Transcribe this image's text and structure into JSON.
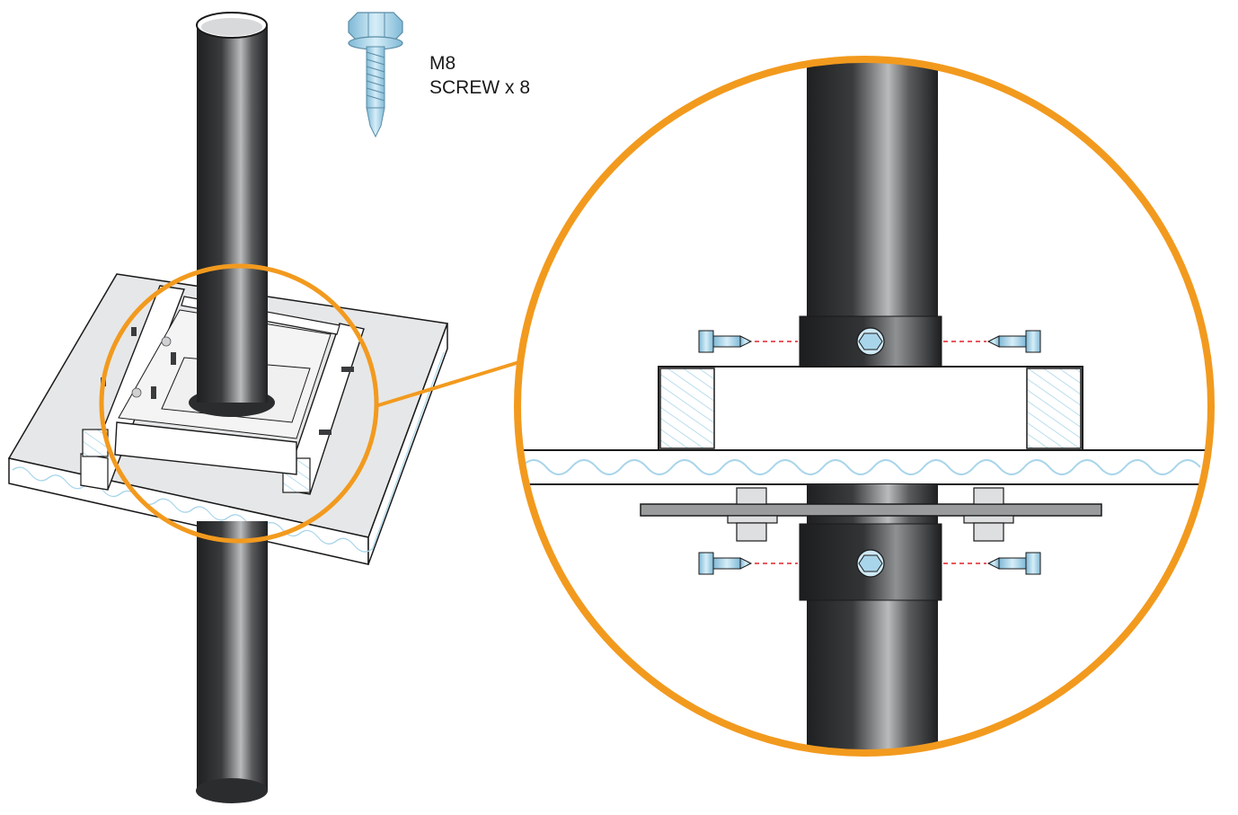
{
  "callout": {
    "size_label": "M8",
    "item_label": "SCREW x 8"
  },
  "colors": {
    "accent_ring": "#f29a1e",
    "pole_dark": "#2b2c2e",
    "pole_light": "#b9bbbd",
    "screw_blue": "#a9d5ea",
    "board_fill": "#e4e5e6",
    "corrugation": "#a9d5ea",
    "dashed_line": "#e0202a",
    "bracket_plate": "#9a9b9d"
  },
  "icons": {
    "hardware": "hex-screw-icon",
    "detail": "magnifier-callout"
  },
  "counts": {
    "screws": 8
  }
}
